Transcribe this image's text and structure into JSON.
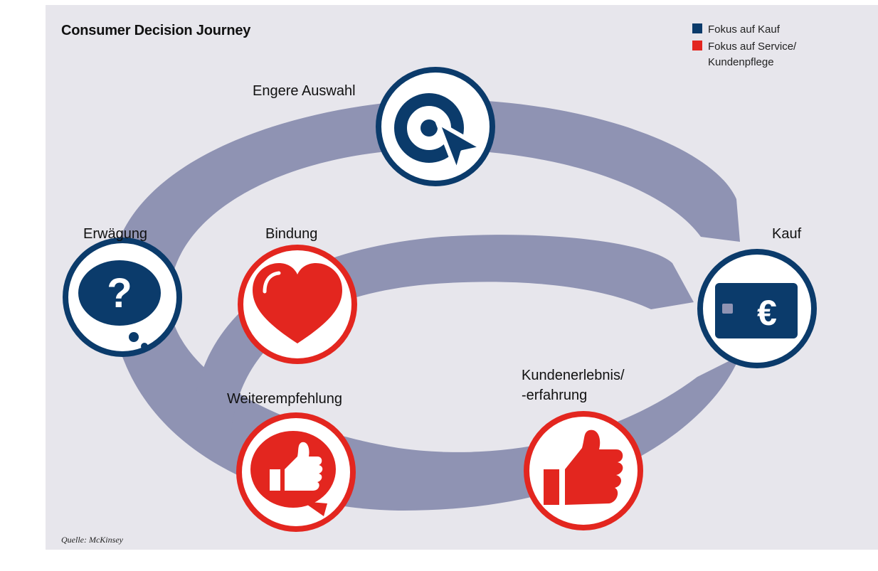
{
  "title": "Consumer Decision Journey",
  "legend": [
    {
      "label": "Fokus auf Kauf",
      "color": "#0b3b6b"
    },
    {
      "label": "Fokus auf Service/ Kundenpflege",
      "color": "#e3261f"
    }
  ],
  "stages": {
    "engere_auswahl": {
      "label": "Engere Auswahl",
      "icon": "target-cursor-icon",
      "focus": "Kauf"
    },
    "kauf": {
      "label": "Kauf",
      "icon": "euro-card-icon",
      "focus": "Kauf"
    },
    "erwaegung": {
      "label": "Erwägung",
      "icon": "question-bubble-icon",
      "focus": "Kauf"
    },
    "bindung": {
      "label": "Bindung",
      "icon": "heart-icon",
      "focus": "Service"
    },
    "weiterempfehlung": {
      "label": "Weiterempfehlung",
      "icon": "thumbs-up-bubble-icon",
      "focus": "Service"
    },
    "kundenerlebnis": {
      "label": "Kundenerlebnis/\n-erfahrung",
      "label_line1": "Kundenerlebnis/",
      "label_line2": "-erfahrung",
      "icon": "thumbs-up-icon",
      "focus": "Service"
    }
  },
  "colors": {
    "kauf": "#0b3b6b",
    "service": "#e3261f",
    "path": "#8f93b3",
    "background": "#e7e6ec"
  },
  "source": "Quelle: McKinsey"
}
